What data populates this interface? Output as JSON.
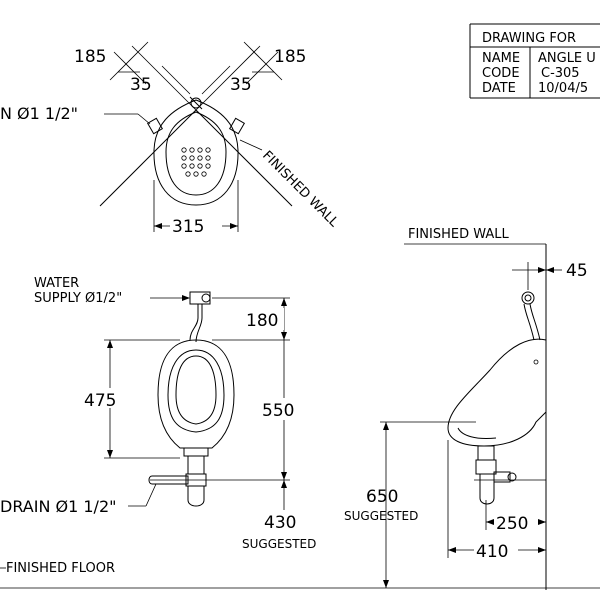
{
  "title_block": {
    "header": "DRAWING FOR",
    "rows": [
      {
        "label": "NAME",
        "value": "ANGLE U"
      },
      {
        "label": "CODE",
        "value": "C-305"
      },
      {
        "label": "DATE",
        "value": "10/04/5"
      }
    ]
  },
  "top_view": {
    "dim_left_185": "185",
    "dim_right_185": "185",
    "dim_left_35": "35",
    "dim_right_35": "35",
    "dim_width": "315",
    "drain_label": "N Ø1 1/2\"",
    "finished_wall": "FINISHED WALL"
  },
  "front_view": {
    "water_supply_line1": "WATER",
    "water_supply_line2": "SUPPLY Ø1/2\"",
    "dim_180": "180",
    "dim_475": "475",
    "dim_550": "550",
    "dim_430": "430",
    "suggested": "SUGGESTED",
    "drain_label": "DRAIN Ø1 1/2\"",
    "finished_floor": "FINISHED FLOOR"
  },
  "side_view": {
    "finished_wall": "FINISHED WALL",
    "dim_45": "45",
    "dim_650": "650",
    "suggested": "SUGGESTED",
    "dim_250": "250",
    "dim_410": "410"
  }
}
